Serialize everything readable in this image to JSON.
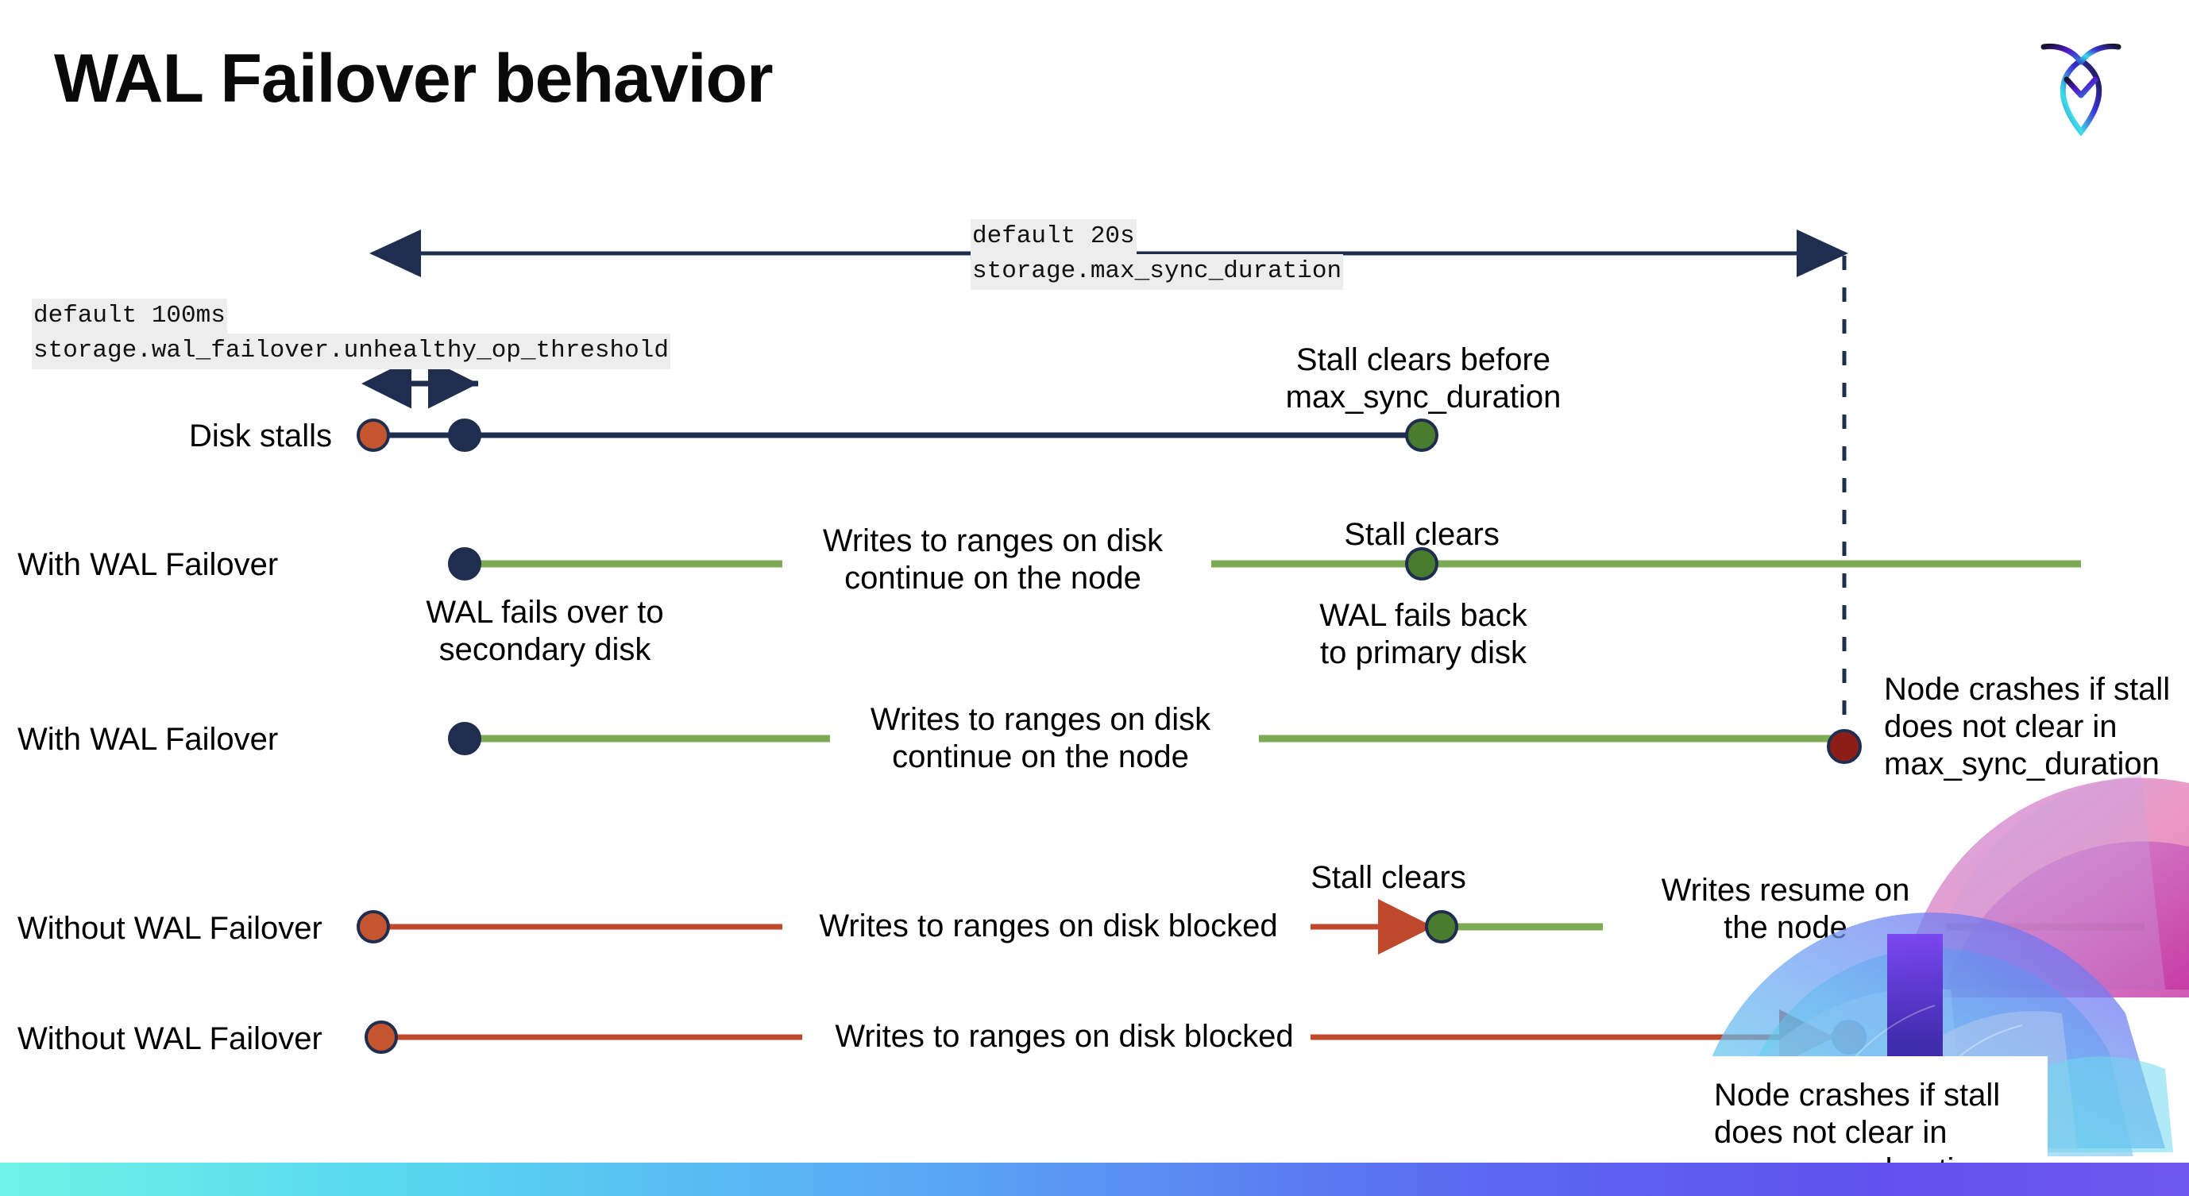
{
  "slide": {
    "title": "WAL Failover behavior",
    "logo_name": "cockroachdb-logo",
    "background": "#ffffff",
    "accent_bar_colors": [
      "#6ff2e6",
      "#58d8ef",
      "#59a8f5",
      "#5b67f0",
      "#6f57ee"
    ]
  },
  "colors": {
    "navy": "#1f2d4e",
    "green_line": "#7cab54",
    "green_dot": "#4a7c2f",
    "red_line": "#c0492c",
    "red_dot": "#c4552f",
    "dark_red_dot": "#8d1d17",
    "code_bg": "#ededed"
  },
  "annotations": {
    "max_sync": {
      "default": "default 20s",
      "setting": "storage.max_sync_duration"
    },
    "unhealthy_op": {
      "default": "default 100ms",
      "setting": "storage.wal_failover.unhealthy_op_threshold"
    }
  },
  "rows": [
    {
      "label": "Disk stalls",
      "notes": [
        "Stall clears before\nmax_sync_duration"
      ]
    },
    {
      "label": "With WAL Failover",
      "notes": [
        "Writes to ranges on disk\ncontinue on the node",
        "Stall clears",
        "WAL fails over to\nsecondary disk",
        "WAL fails  back\nto primary disk"
      ]
    },
    {
      "label": "With WAL Failover",
      "notes": [
        "Writes to ranges on disk\ncontinue on the node",
        "Node crashes if stall\ndoes not clear in\nmax_sync_duration"
      ]
    },
    {
      "label": "Without WAL Failover",
      "notes": [
        "Writes to ranges on disk  blocked",
        "Stall clears",
        "Writes resume on\nthe node"
      ]
    },
    {
      "label": "Without WAL Failover",
      "notes": [
        "Writes to ranges on disk  blocked",
        "Node crashes if stall\ndoes not clear in\nmax_sync_duration"
      ]
    }
  ],
  "labels": {
    "disk_stalls": "Disk stalls",
    "with_wal_1": "With WAL Failover",
    "with_wal_2": "With WAL Failover",
    "without_wal_1": "Without WAL Failover",
    "without_wal_2": "Without WAL Failover"
  },
  "notes": {
    "stall_clears_before": "Stall clears before\nmax_sync_duration",
    "writes_continue_1": "Writes to ranges on disk\ncontinue on the node",
    "stall_clears_a": "Stall clears",
    "wal_fails_over": "WAL fails over to\nsecondary disk",
    "wal_fails_back": "WAL fails  back\nto primary disk",
    "writes_continue_2": "Writes to ranges on disk\ncontinue on the node",
    "node_crashes_1": "Node crashes if stall\ndoes not clear in\nmax_sync_duration",
    "writes_blocked_1": "Writes to ranges on disk  blocked",
    "stall_clears_b": "Stall clears",
    "writes_resume": "Writes resume on\nthe node",
    "writes_blocked_2": "Writes to ranges on disk  blocked",
    "node_crashes_2": "Node crashes if stall\ndoes not clear in\nmax_sync_duration"
  }
}
